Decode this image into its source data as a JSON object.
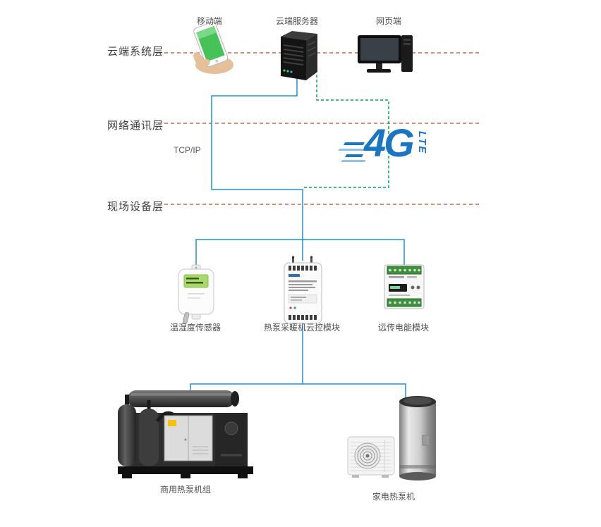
{
  "layers": [
    {
      "label": "云端系统层"
    },
    {
      "label": "网络通讯层"
    },
    {
      "label": "现场设备层"
    }
  ],
  "cloud_nodes": [
    {
      "label": "移动端"
    },
    {
      "label": "云端服务器"
    },
    {
      "label": "网页端"
    }
  ],
  "network": {
    "tcpip_label": "TCP/IP",
    "lte_main": "4G",
    "lte_sub": "LTE"
  },
  "field_devices": [
    {
      "label": "温湿度传感器"
    },
    {
      "label": "热泵采暖机云控模块"
    },
    {
      "label": "远传电能模块"
    }
  ],
  "end_devices": [
    {
      "label": "商用热泵机组"
    },
    {
      "label": "家电热泵机"
    }
  ],
  "colors": {
    "layer_line": "#b5512d",
    "signal_blue": "#2191d0",
    "signal_green": "#00a650",
    "lte_blue": "#1a76c2",
    "phone_screen": "#47c257",
    "sensor_lcd": "#a8d96c"
  }
}
